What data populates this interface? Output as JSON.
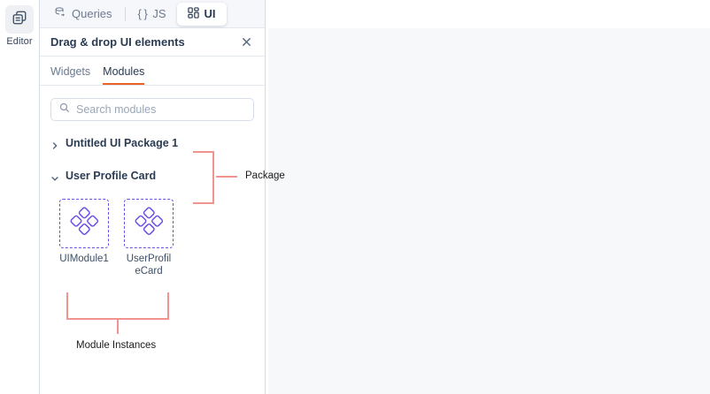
{
  "left_rail": {
    "icon": "editor-pages-icon",
    "label": "Editor"
  },
  "tabstrip": {
    "tabs": [
      {
        "id": "queries",
        "label": "Queries",
        "icon": "database-query-icon",
        "active": false
      },
      {
        "id": "js",
        "label": "JS",
        "icon": "curly-braces-icon",
        "active": false
      },
      {
        "id": "ui",
        "label": "UI",
        "icon": "grid-layout-icon",
        "active": true
      }
    ]
  },
  "panel": {
    "title": "Drag & drop UI elements",
    "close_icon": "close-icon",
    "subtabs": [
      {
        "id": "widgets",
        "label": "Widgets",
        "active": false
      },
      {
        "id": "modules",
        "label": "Modules",
        "active": true
      }
    ],
    "search": {
      "icon": "search-icon",
      "value": "",
      "placeholder": "Search modules"
    },
    "tree": [
      {
        "label": "Untitled UI Package 1",
        "expanded": false,
        "chevron": "chevron-right-icon"
      },
      {
        "label": "User Profile Card",
        "expanded": true,
        "chevron": "chevron-down-icon"
      }
    ],
    "modules": [
      {
        "name": "UIModule1",
        "icon": "module-diamonds-icon"
      },
      {
        "name": "UserProfileCard",
        "icon": "module-diamonds-icon"
      }
    ]
  },
  "annotations": [
    {
      "id": "package",
      "label": "Package"
    },
    {
      "id": "module-instances",
      "label": "Module Instances"
    }
  ],
  "colors": {
    "accent_orange": "#e8632a",
    "module_purple": "#6b4ee6",
    "annotation_salmon": "#f09490",
    "panel_border": "#d5dce5",
    "canvas_bg": "#f7f8fa",
    "text_dark": "#2a3b52",
    "text_muted": "#6a7a90"
  }
}
